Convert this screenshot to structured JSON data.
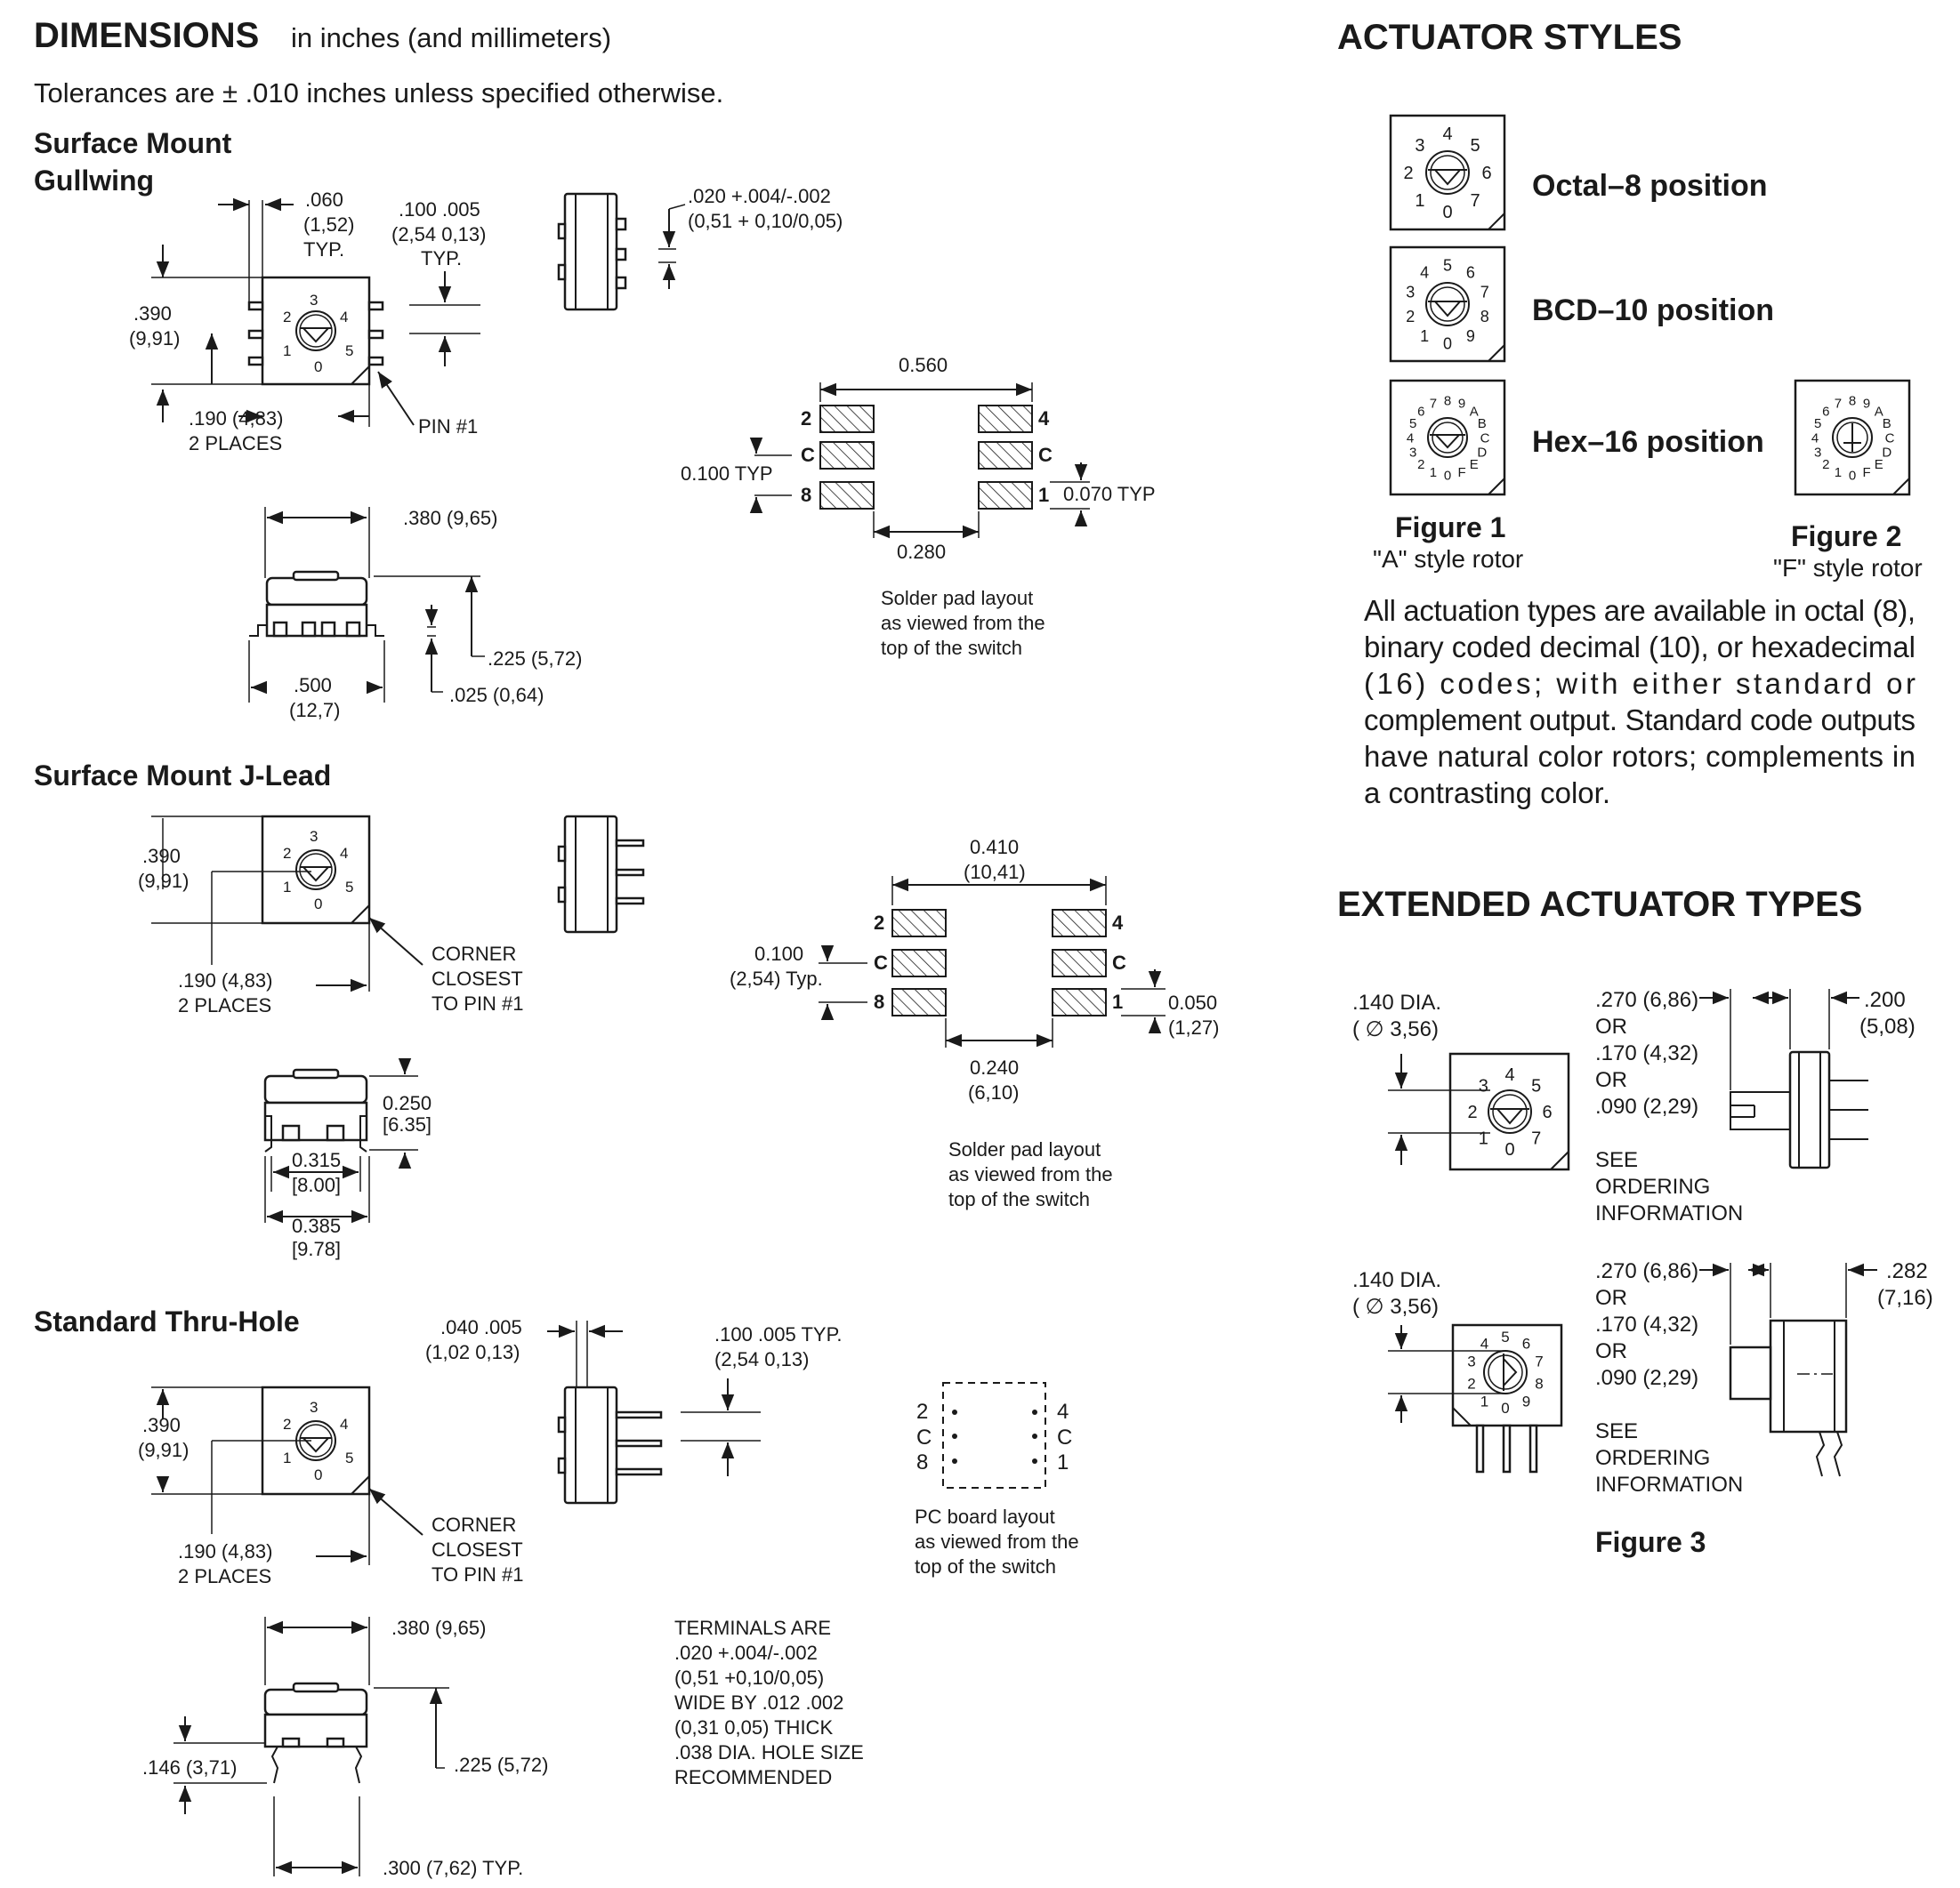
{
  "header": {
    "title": "DIMENSIONS",
    "title_suffix": "in inches (and millimeters)",
    "tolerance": "Tolerances are ± .010 inches unless specified otherwise."
  },
  "gullwing": {
    "heading_line1": "Surface Mount",
    "heading_line2": "Gullwing",
    "d1": [
      ".060",
      "(1,52)",
      "TYP."
    ],
    "d2": [
      ".100  .005",
      "(2,54  0,13)",
      "TYP."
    ],
    "d3": [
      ".020 +.004/-.002",
      "(0,51 + 0,10/0,05)"
    ],
    "d4": [
      ".390",
      "(9,91)"
    ],
    "d5": [
      ".190 (4,83)",
      "2 PLACES"
    ],
    "pin1": "PIN #1",
    "d6": ".380 (9,65)",
    "d7": ".225 (5,72)",
    "d8": [
      ".500",
      "(12,7)"
    ],
    "d9": ".025 (0,64)",
    "pad_width": "0.560",
    "pad_pitch": "0.100 TYP",
    "pad_height": "0.070 TYP",
    "pad_gap": "0.280",
    "pad_caption": [
      "Solder pad layout",
      "as viewed from the",
      "top of the switch"
    ]
  },
  "jlead": {
    "heading": "Surface Mount J-Lead",
    "d1": [
      ".390",
      "(9,91)"
    ],
    "d2": [
      ".190 (4,83)",
      "2 PLACES"
    ],
    "corner": [
      "CORNER",
      "CLOSEST",
      "TO PIN #1"
    ],
    "d3": [
      "0.250",
      "[6.35]"
    ],
    "d4": [
      "0.315",
      "[8.00]"
    ],
    "d5": [
      "0.385",
      "[9.78]"
    ],
    "pad_width": [
      "0.410",
      "(10,41)"
    ],
    "pad_pitch": [
      "0.100",
      "(2,54) Typ."
    ],
    "pad_height": [
      "0.050",
      "(1,27)"
    ],
    "pad_gap": [
      "0.240",
      "(6,10)"
    ],
    "pad_caption": [
      "Solder pad layout",
      "as viewed from the",
      "top of the switch"
    ]
  },
  "thruhole": {
    "heading": "Standard Thru-Hole",
    "d1": [
      ".040  .005",
      "(1,02  0,13)"
    ],
    "d2": [
      ".100  .005 TYP.",
      "(2,54  0,13)"
    ],
    "d3": [
      ".390",
      "(9,91)"
    ],
    "d4": [
      ".190 (4,83)",
      "2 PLACES"
    ],
    "corner": [
      "CORNER",
      "CLOSEST",
      "TO PIN #1"
    ],
    "pcb_left": [
      "2",
      "C",
      "8"
    ],
    "pcb_right": [
      "4",
      "C",
      "1"
    ],
    "pcb_caption": [
      "PC board layout",
      "as viewed from the",
      "top of the switch"
    ],
    "d5": ".380 (9,65)",
    "d6": ".146 (3,71)",
    "d7": ".225 (5,72)",
    "d8": ".300 (7,62) TYP.",
    "terminals": [
      "TERMINALS ARE",
      ".020 +.004/-.002",
      "(0,51 +0,10/0,05)",
      "WIDE BY .012 .002",
      "(0,31 0,05) THICK",
      ".038 DIA. HOLE SIZE",
      "RECOMMENDED"
    ]
  },
  "pad_pins": {
    "left": [
      "2",
      "C",
      "8"
    ],
    "right": [
      "4",
      "C",
      "1"
    ]
  },
  "actuator": {
    "heading": "ACTUATOR STYLES",
    "octal": "Octal–8 position",
    "bcd": "BCD–10 position",
    "hex": "Hex–16 position",
    "fig1": "Figure 1",
    "fig1_cap": "\"A\" style rotor",
    "fig2": "Figure 2",
    "fig2_cap": "\"F\" style rotor",
    "paragraph": [
      "All actuation types are available in octal (8),",
      "binary coded decimal (10), or hexadecimal",
      "(16) codes; with either standard or",
      "complement output. Standard code outputs",
      "have natural color rotors; complements in",
      "a contrasting color."
    ],
    "dial_octal": [
      "0",
      "1",
      "2",
      "3",
      "4",
      "5",
      "6",
      "7"
    ],
    "dial_bcd": [
      "0",
      "1",
      "2",
      "3",
      "4",
      "5",
      "6",
      "7",
      "8",
      "9"
    ],
    "dial_hex": [
      "0",
      "1",
      "2",
      "3",
      "4",
      "5",
      "6",
      "7",
      "8",
      "9",
      "A",
      "B",
      "C",
      "D",
      "E",
      "F"
    ]
  },
  "extended": {
    "heading": "EXTENDED ACTUATOR TYPES",
    "e1_dia": [
      ".140 DIA.",
      "( ∅ 3,56)"
    ],
    "e1_len": [
      ".270 (6,86)",
      "OR",
      ".170 (4,32)",
      "OR",
      ".090 (2,29)"
    ],
    "e1_see": [
      "SEE",
      "ORDERING",
      "INFORMATION"
    ],
    "e1_right": [
      ".200",
      "(5,08)"
    ],
    "e2_dia": [
      ".140 DIA.",
      "( ∅ 3,56)"
    ],
    "e2_len": [
      ".270 (6,86)",
      "OR",
      ".170 (4,32)",
      "OR",
      ".090 (2,29)"
    ],
    "e2_see": [
      "SEE",
      "ORDERING",
      "INFORMATION"
    ],
    "e2_right": [
      ".282",
      "(7,16)"
    ],
    "fig3": "Figure 3"
  }
}
